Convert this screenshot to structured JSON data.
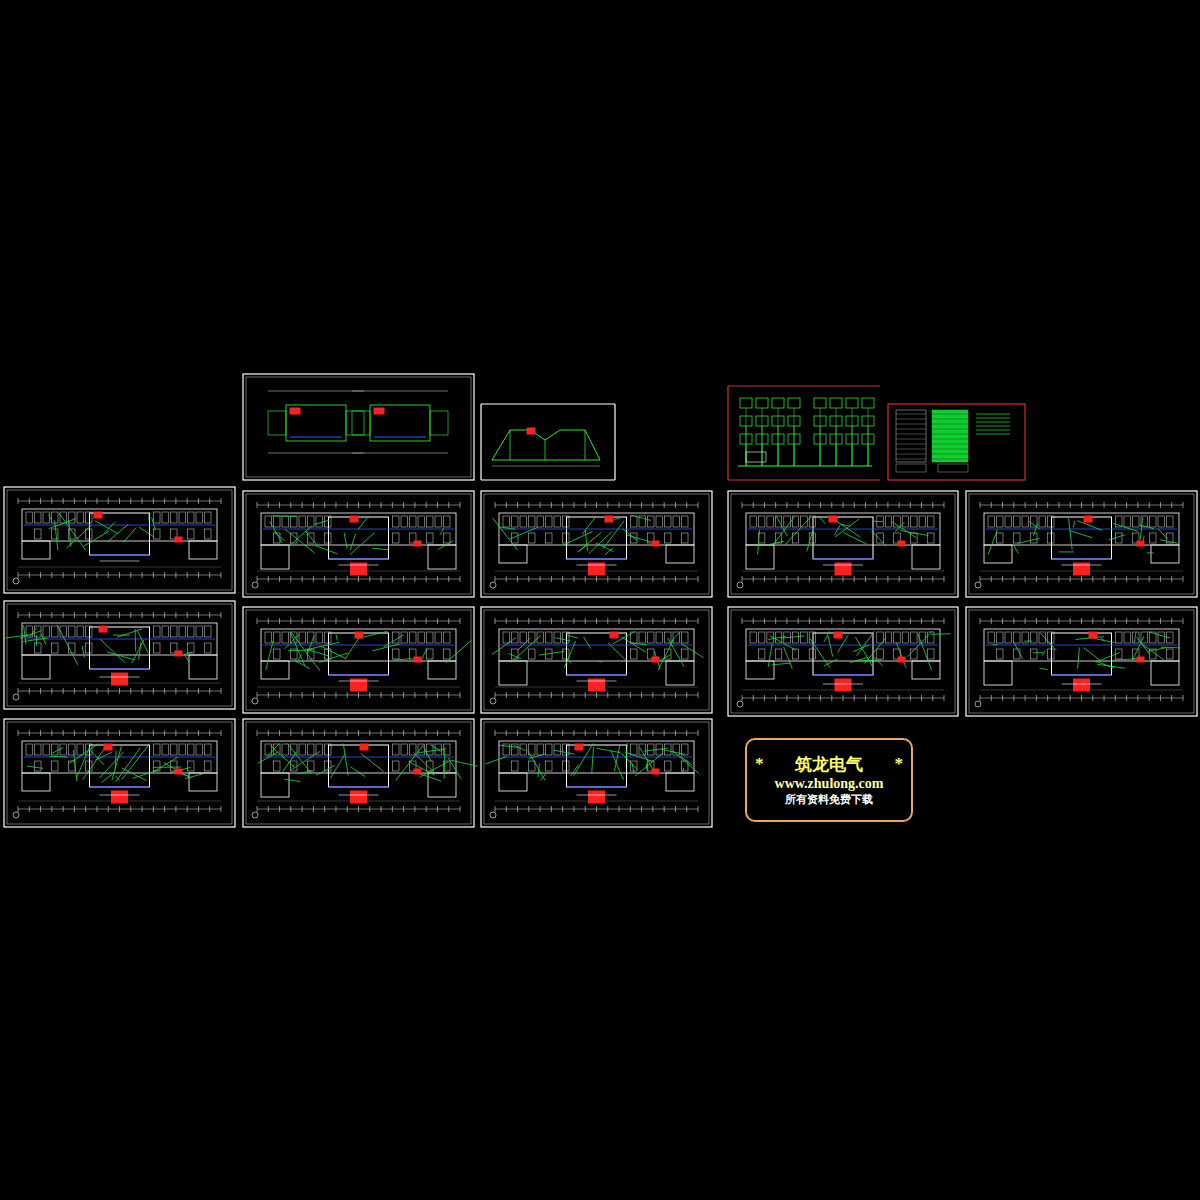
{
  "diagram": {
    "nodes": [
      {
        "text": [
          "*",
          "筑龙电气",
          "*",
          "www.zhulong.com",
          "所有资料免费下载"
        ]
      }
    ]
  }
}
